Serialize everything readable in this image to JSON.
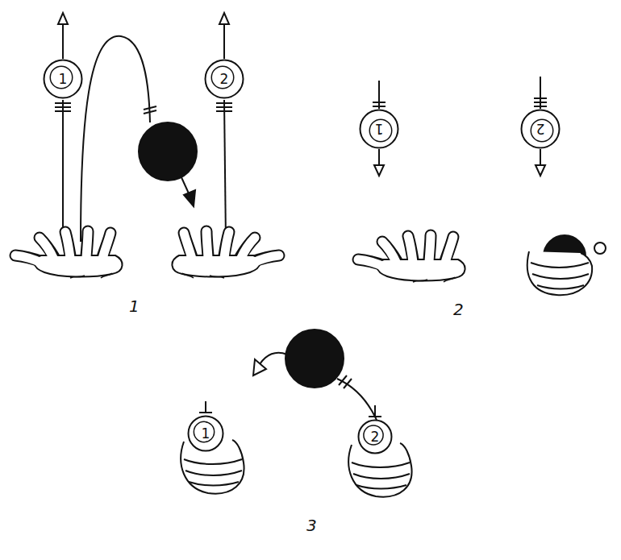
{
  "diagram": {
    "nodes": [
      {
        "text": [
          "1"
        ]
      },
      {
        "text": [
          "2"
        ]
      },
      {
        "text": [
          "1"
        ]
      },
      {
        "text": [
          "2"
        ]
      },
      {
        "text": [
          "1"
        ]
      },
      {
        "text": [
          "2"
        ]
      }
    ],
    "labels": [
      "1",
      "2",
      "3"
    ]
  }
}
